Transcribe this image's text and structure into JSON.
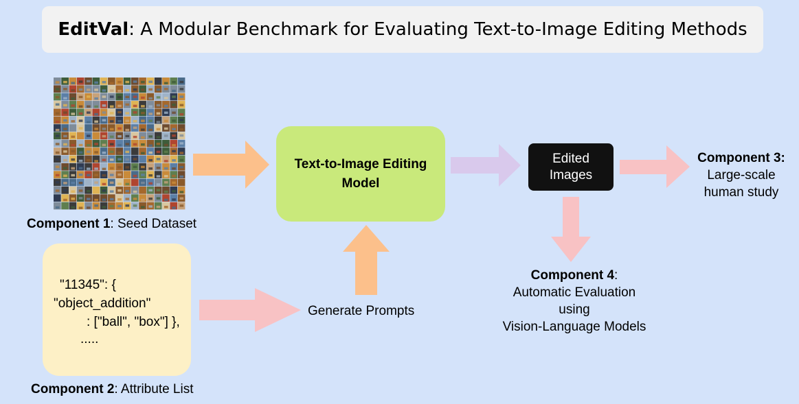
{
  "title": {
    "brand": "EditVal",
    "rest": ": A Modular Benchmark for Evaluating Text-to-Image Editing Methods"
  },
  "component1": {
    "bold": "Component 1",
    "rest": ": Seed Dataset"
  },
  "component2": {
    "bold": "Component 2",
    "rest": ": Attribute List"
  },
  "component3": {
    "bold": "Component 3:",
    "line1": "Large-scale",
    "line2": "human study"
  },
  "component4": {
    "bold": "Component 4",
    "rest": ":",
    "line1": "Automatic Evaluation",
    "line2": "using",
    "line3": "Vision-Language Models"
  },
  "attribute_code": {
    "line1": "\"11345\": {",
    "line2": "\"object_addition\"",
    "line3": ": [\"ball\", \"box\"] },",
    "line4": "....."
  },
  "model": {
    "line1": "Text-to-Image Editing",
    "line2": "Model"
  },
  "edited": {
    "line1": "Edited",
    "line2": "Images"
  },
  "generate_prompts": "Generate Prompts",
  "colors": {
    "background": "#d4e3fa",
    "orange_arrow": "#fcc08b",
    "pink_arrow": "#f8c2c4",
    "lavender_arrow": "#d9c9ec",
    "model_fill": "#c9e97b",
    "attr_fill": "#fdf0c6",
    "edited_fill": "#111111"
  }
}
